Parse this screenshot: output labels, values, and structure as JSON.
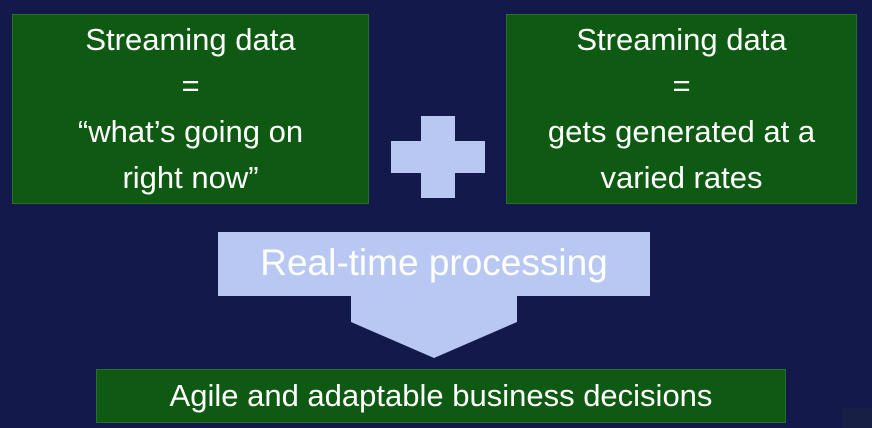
{
  "left_box": {
    "line1": "Streaming data",
    "line2": "=",
    "line3": "“what’s going on",
    "line4": "right now”"
  },
  "right_box": {
    "line1": "Streaming data",
    "line2": "=",
    "line3": "gets generated at a",
    "line4": "varied rates"
  },
  "process_arrow": {
    "label": "Real-time processing"
  },
  "result_box": {
    "label": "Agile and adaptable business decisions"
  },
  "colors": {
    "background": "#13194a",
    "box_fill": "#0f5a12",
    "arrow_fill": "#b9c8f2",
    "plus_fill": "#b9c8f2",
    "text": "#ffffff"
  },
  "icons": {
    "plus": "plus-icon",
    "arrow": "down-arrow-icon"
  }
}
